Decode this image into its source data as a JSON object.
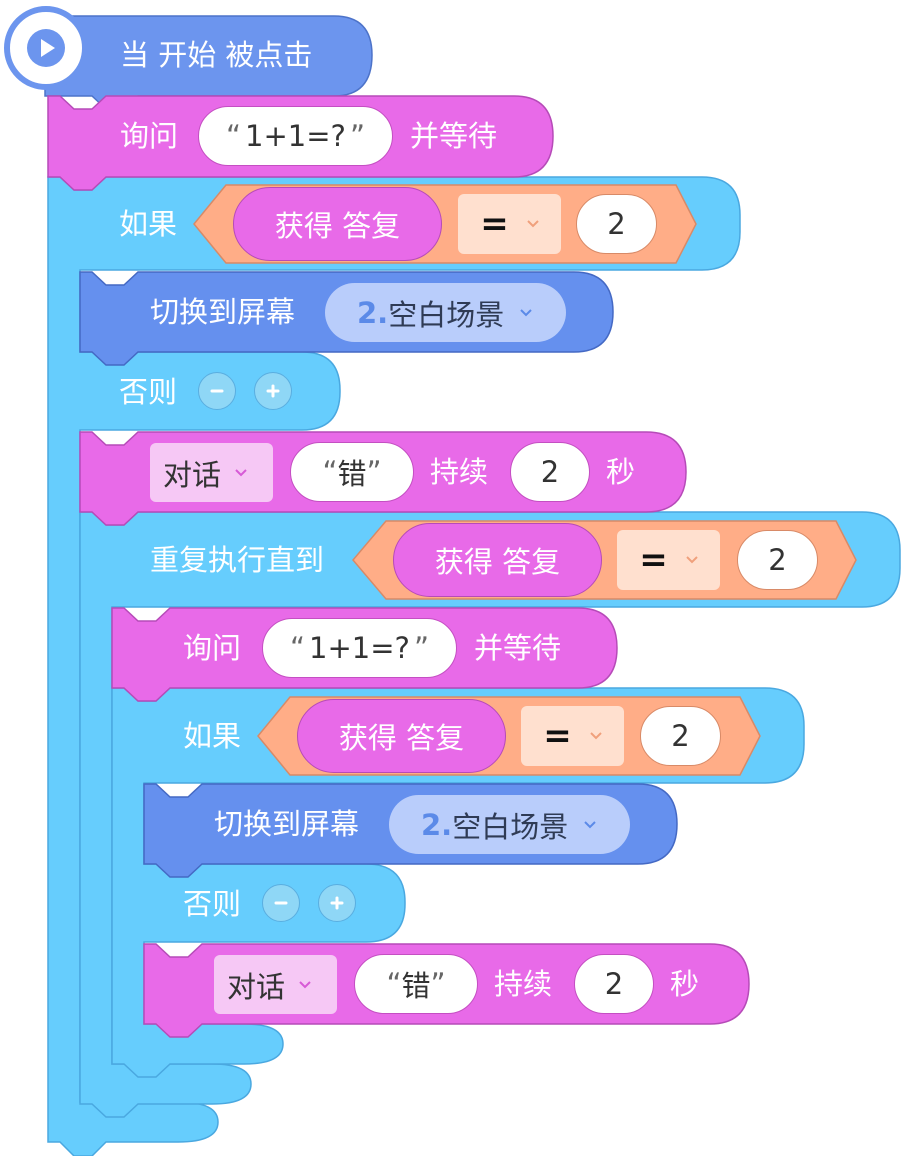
{
  "event": {
    "label": "当 开始 被点击",
    "icon": "play-icon"
  },
  "ask_block": {
    "label": "询问",
    "question": "1+1=?",
    "suffix": "并等待"
  },
  "if_block": {
    "label": "如果"
  },
  "else_block": {
    "label": "否则",
    "minus": "−",
    "plus": "+"
  },
  "get_answer": {
    "label": "获得 答复"
  },
  "compare": {
    "operator": "=",
    "value": "2"
  },
  "switch_block": {
    "label": "切换到屏幕",
    "scene_num": "2.",
    "scene_name": "空白场景"
  },
  "say_block": {
    "dropdown": "对话",
    "message": "错",
    "duration_label": "持续",
    "duration": "2",
    "unit": "秒"
  },
  "repeat_block": {
    "label": "重复执行直到"
  },
  "colors": {
    "event": "#6c95ee",
    "looks": "#e86ae8",
    "control": "#66cdfd",
    "operator": "#ffad87",
    "scene": "#b9cdfb"
  }
}
